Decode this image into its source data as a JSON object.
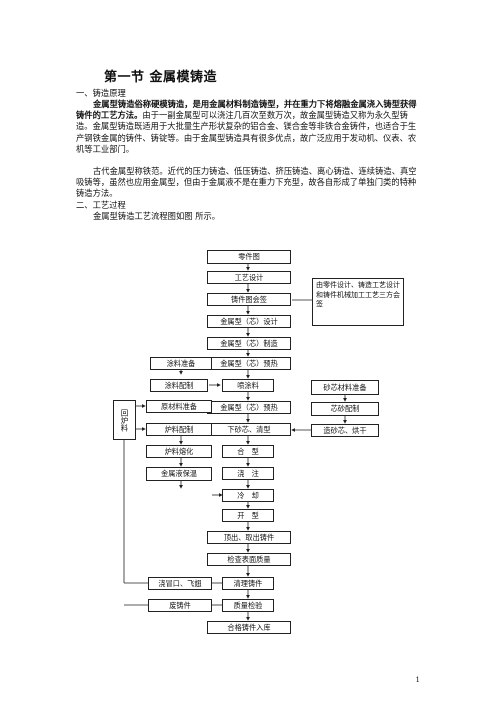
{
  "section_title": "第一节 金属模铸造",
  "heading1": "一、铸造原理",
  "para1_bold": "金属型铸造俗称硬模铸造，是用金属材料制造铸型，并在重力下将熔融金属浇入铸型获得铸件的工艺方法。",
  "para1_rest": "由于一副金属型可以浇注几百次至数万次，故金属型铸造又称为永久型铸造。金属型铸造既适用于大批量生产形状复杂的铝合金、镁合金等非铁合金铸件，也适合于生产钢铁金属的铸件、铸锭等。由于金属型铸造具有很多优点，故广泛应用于发动机、仪表、农机等工业部门。",
  "para2": "古代金属型称铁范。近代的压力铸造、低压铸造、挤压铸造、离心铸造、连续铸造、真空吸铸等，虽然也应用金属型，但由于金属液不是在重力下充型，故各自形成了单独门类的特种铸造方法。",
  "heading2": "二、工艺过程",
  "para3": "金属型铸造工艺流程图如图 所示。",
  "flow": {
    "main": [
      "零件图",
      "工艺设计",
      "铸件图会签",
      "金属型（芯）设计",
      "金属型（芯）制造",
      "金属型（芯）预热",
      "喷涂料",
      "金属型（芯）预热",
      "下砂芯、清型",
      "合　型",
      "浇　注",
      "冷　却",
      "开　型",
      "顶出、取出铸件",
      "检查表面质量",
      "清理铸件",
      "质量检验",
      "合格铸件入库"
    ],
    "note": "由零件设计、铸造工艺设计和铸件机械加工工艺三方会签",
    "left": [
      "涂料准备",
      "涂料配制",
      "原材料准备",
      "炉料配制",
      "炉料熔化",
      "金属液保温",
      "浇冒口、飞翅",
      "废铸件"
    ],
    "return_label": "回炉料",
    "right": [
      "砂芯材料准备",
      "芯砂配制",
      "造砂芯、烘干"
    ]
  },
  "page_number": "1"
}
